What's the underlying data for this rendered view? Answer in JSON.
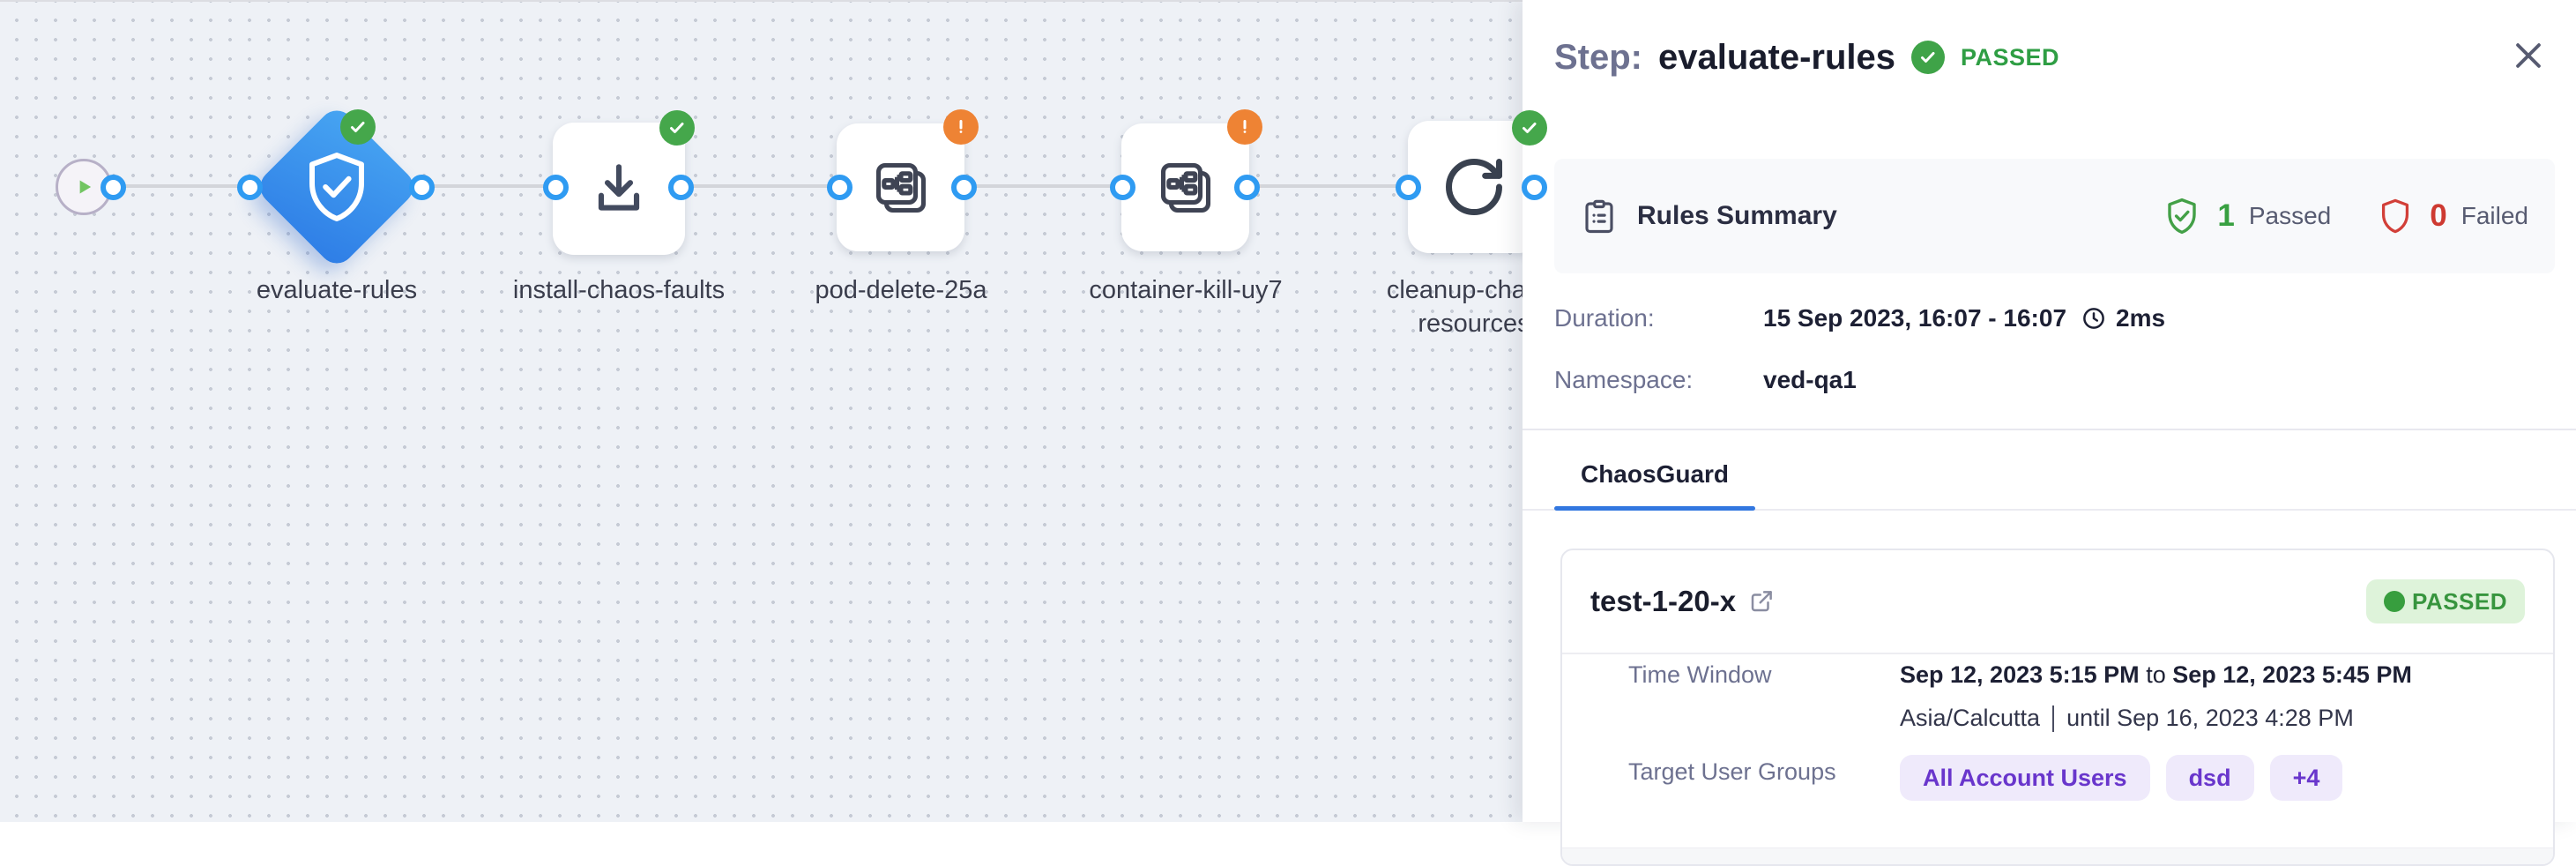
{
  "canvas": {
    "nodes": [
      {
        "id": "start",
        "label": "",
        "icon": "play"
      },
      {
        "id": "evaluate-rules",
        "label": "evaluate-rules",
        "status": "passed",
        "icon": "shield-check"
      },
      {
        "id": "install-chaos-faults",
        "label": "install-chaos-faults",
        "status": "passed",
        "icon": "download"
      },
      {
        "id": "pod-delete-25a",
        "label": "pod-delete-25a",
        "status": "warning",
        "icon": "chaos-fault"
      },
      {
        "id": "container-kill-uy7",
        "label": "container-kill-uy7",
        "status": "warning",
        "icon": "chaos-fault"
      },
      {
        "id": "cleanup-chaos-resources",
        "label": "cleanup-chaos-resources",
        "status": "passed",
        "icon": "retry"
      }
    ]
  },
  "panel": {
    "header": {
      "prefix": "Step:",
      "step_name": "evaluate-rules",
      "status": "PASSED"
    },
    "rules_summary": {
      "title": "Rules Summary",
      "passed_count": "1",
      "passed_label": "Passed",
      "failed_count": "0",
      "failed_label": "Failed"
    },
    "details": {
      "duration_label": "Duration:",
      "duration_value": "15 Sep 2023, 16:07 - 16:07",
      "duration_time": "2ms",
      "namespace_label": "Namespace:",
      "namespace_value": "ved-qa1"
    },
    "tabs": [
      {
        "label": "ChaosGuard",
        "active": true
      }
    ],
    "guard_card": {
      "name": "test-1-20-x",
      "status": "PASSED",
      "time_window_label": "Time Window",
      "time_from": "Sep 12, 2023 5:15 PM",
      "to_word": "to",
      "time_to": "Sep 12, 2023 5:45 PM",
      "timezone": "Asia/Calcutta",
      "until": "until Sep 16, 2023 4:28 PM",
      "target_label": "Target User Groups",
      "groups": [
        "All Account Users",
        "dsd",
        "+4"
      ]
    }
  },
  "colors": {
    "accent_blue": "#2f7ee7",
    "port_blue": "#2f9bf2",
    "success_green": "#45a74b",
    "warning_orange": "#ee8334",
    "failed_red": "#ce3a31",
    "tab_blue": "#3277e0",
    "chip_purple": "#6936cc",
    "canvas_bg": "#eef1f6"
  }
}
